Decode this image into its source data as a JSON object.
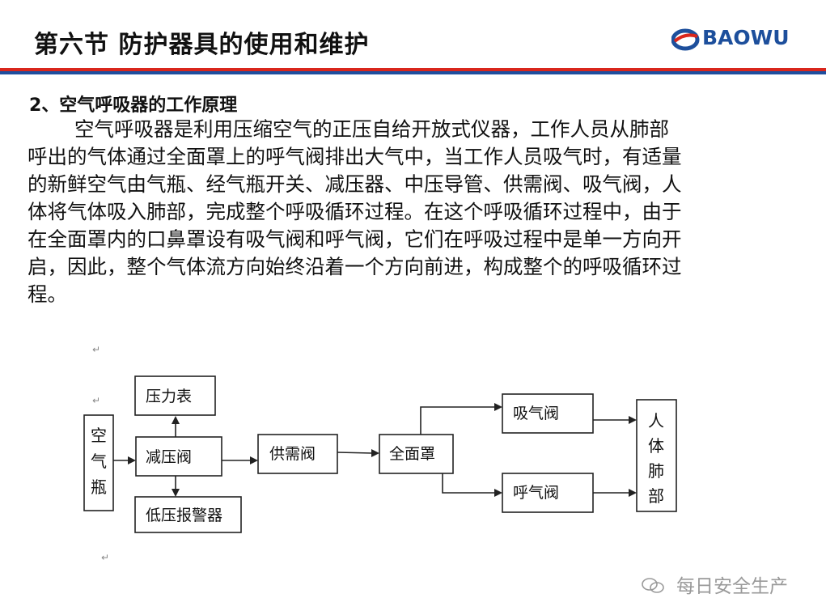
{
  "header": {
    "title": "第六节  防护器具的使用和维护",
    "logo_text": "BAOWU"
  },
  "section": {
    "heading": "2、空气呼吸器的工作原理",
    "lines": [
      "空气呼吸器是利用压缩空气的正压自给开放式仪器，工作人员从肺部",
      "呼出的气体通过全面罩上的呼气阀排出大气中，当工作人员吸气时，有适量",
      "的新鲜空气由气瓶、经气瓶开关、减压器、中压导管、供需阀、吸气阀，人",
      "体将气体吸入肺部，完成整个呼吸循环过程。在这个呼吸循环过程中，由于",
      "在全面罩内的口鼻罩设有吸气阀和呼气阀，它们在呼吸过程中是单一方向开",
      "启，因此，整个气体流方向始终沿着一个方向前进，构成整个的呼吸循环过",
      "程。"
    ]
  },
  "diagram": {
    "nodes": {
      "cylinder": [
        "空",
        "气",
        "瓶"
      ],
      "pressure_gauge": "压力表",
      "reducer": "减压阀",
      "low_pressure_alarm": "低压报警器",
      "demand_valve": "供需阀",
      "full_mask": "全面罩",
      "inhale_valve": "吸气阀",
      "exhale_valve": "呼气阀",
      "lungs": [
        "人",
        "体",
        "肺",
        "部"
      ]
    }
  },
  "watermark": {
    "text": "每日安全生产"
  },
  "colors": {
    "accent_red": "#d9261c",
    "accent_blue": "#1f4e9e",
    "logo_blue": "#1d4f9c"
  }
}
